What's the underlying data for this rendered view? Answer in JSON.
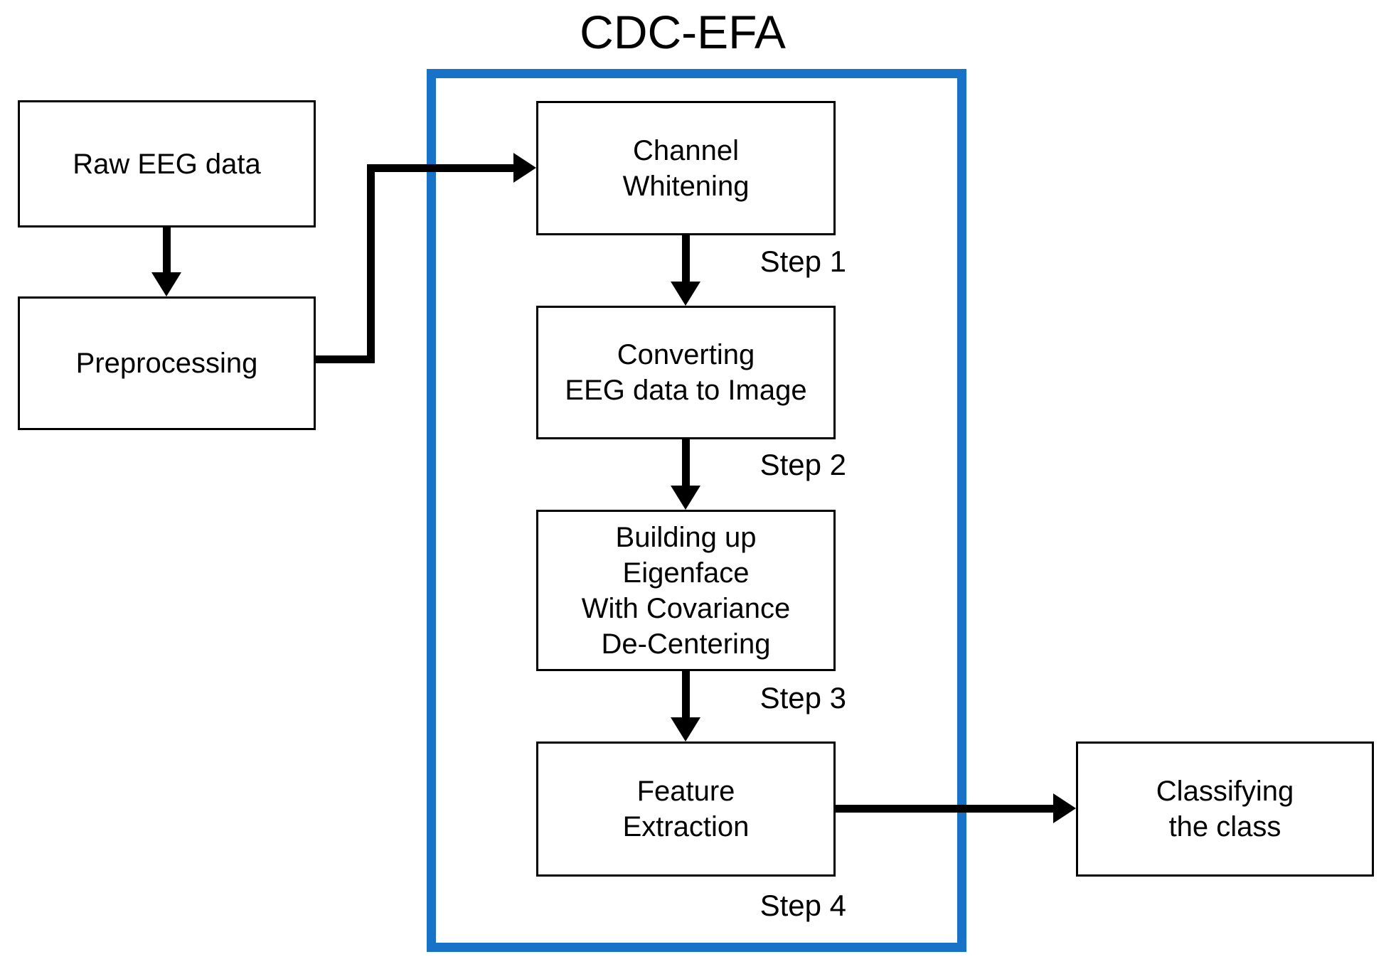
{
  "title": "CDC-EFA",
  "nodes": {
    "raw_eeg": {
      "lines": [
        "Raw EEG data"
      ]
    },
    "preprocessing": {
      "lines": [
        "Preprocessing"
      ]
    },
    "channel_whitening": {
      "lines": [
        "Channel",
        "Whitening"
      ]
    },
    "converting": {
      "lines": [
        "Converting",
        "EEG data to Image"
      ]
    },
    "building_eigenface": {
      "lines": [
        "Building up",
        "Eigenface",
        "With Covariance",
        "De-Centering"
      ]
    },
    "feature_extraction": {
      "lines": [
        "Feature",
        "Extraction"
      ]
    },
    "classifying": {
      "lines": [
        "Classifying",
        "the class"
      ]
    }
  },
  "steps": {
    "step1": "Step 1",
    "step2": "Step 2",
    "step3": "Step 3",
    "step4": "Step 4"
  },
  "colors": {
    "frame": "#1772C8",
    "line": "#000000",
    "background": "#FFFFFF"
  }
}
